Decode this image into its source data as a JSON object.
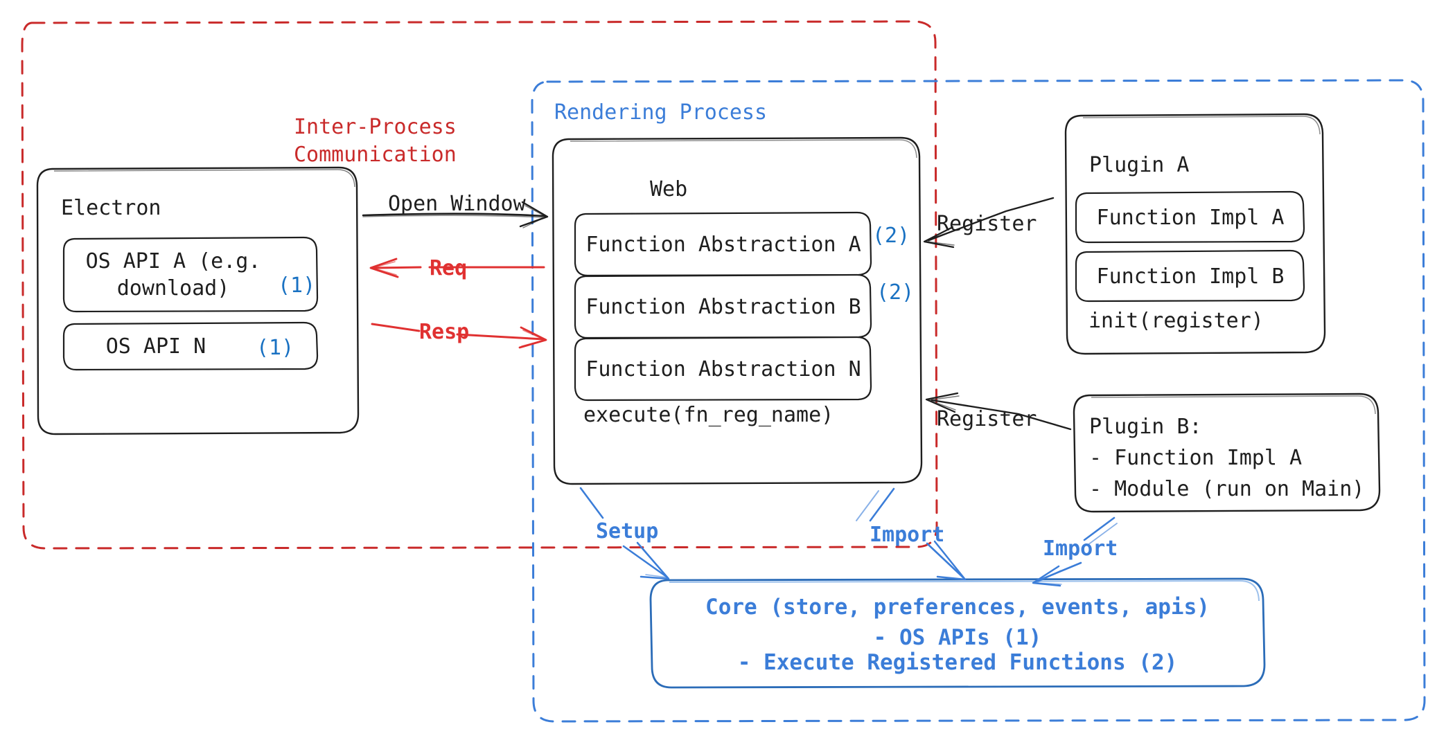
{
  "diagram": {
    "title_alt": "Electron plugin architecture diagram",
    "colors": {
      "ipc_red": "#c92a2a",
      "arrow_red": "#e03131",
      "process_blue": "#3b7dd8",
      "marker_blue": "#1971c2",
      "ink_black": "#1e1e1e"
    },
    "regions": [
      {
        "name": "inter-process-communication",
        "label": "Inter-Process\nCommunication",
        "color": "#c92a2a",
        "style": "dashed"
      },
      {
        "name": "rendering-process",
        "label": "Rendering Process",
        "color": "#3b7dd8",
        "style": "dashed"
      }
    ],
    "electron": {
      "title": "Electron",
      "items": [
        {
          "label": "OS API A (e.g.\ndownload)",
          "marker": "(1)"
        },
        {
          "label": "OS API N",
          "marker": "(1)"
        }
      ]
    },
    "web": {
      "title": "Web",
      "items": [
        {
          "label": "Function Abstraction A",
          "marker": "(2)"
        },
        {
          "label": "Function Abstraction B",
          "marker": "(2)"
        },
        {
          "label": "Function Abstraction N",
          "marker": ""
        }
      ],
      "footer": "execute(fn_reg_name)"
    },
    "plugin_a": {
      "title": "Plugin A",
      "items": [
        {
          "label": "Function Impl A"
        },
        {
          "label": "Function Impl B"
        }
      ],
      "footer": "init(register)"
    },
    "plugin_b": {
      "lines": [
        "Plugin B:",
        "- Function Impl A",
        "- Module (run on Main)"
      ]
    },
    "core": {
      "lines": [
        "Core (store, preferences, events, apis)",
        "- OS APIs (1)",
        "- Execute Registered Functions (2)"
      ]
    },
    "edges": [
      {
        "name": "open-window",
        "label": "Open Window",
        "color": "#1e1e1e"
      },
      {
        "name": "req",
        "label": "Req",
        "color": "#e03131"
      },
      {
        "name": "resp",
        "label": "Resp",
        "color": "#e03131"
      },
      {
        "name": "register-plugin-a",
        "label": "Register",
        "color": "#1e1e1e"
      },
      {
        "name": "register-plugin-b",
        "label": "Register",
        "color": "#1e1e1e"
      },
      {
        "name": "setup",
        "label": "Setup",
        "color": "#3b7dd8"
      },
      {
        "name": "import-web",
        "label": "Import",
        "color": "#3b7dd8"
      },
      {
        "name": "import-plugin-b",
        "label": "Import",
        "color": "#3b7dd8"
      }
    ]
  }
}
